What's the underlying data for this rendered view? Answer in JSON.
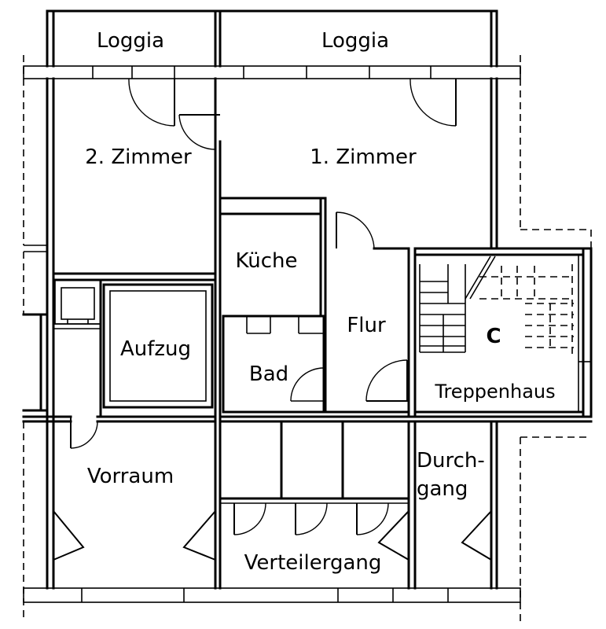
{
  "rooms": {
    "loggia_left": "Loggia",
    "loggia_right": "Loggia",
    "zimmer_2": "2. Zimmer",
    "zimmer_1": "1. Zimmer",
    "kueche": "Küche",
    "flur": "Flur",
    "aufzug": "Aufzug",
    "bad": "Bad",
    "treppenhaus": "Treppenhaus",
    "vorraum": "Vorraum",
    "durchgang_line1": "Durch-",
    "durchgang_line2": "gang",
    "verteilergang": "Verteilergang",
    "stair_symbol": "C"
  }
}
